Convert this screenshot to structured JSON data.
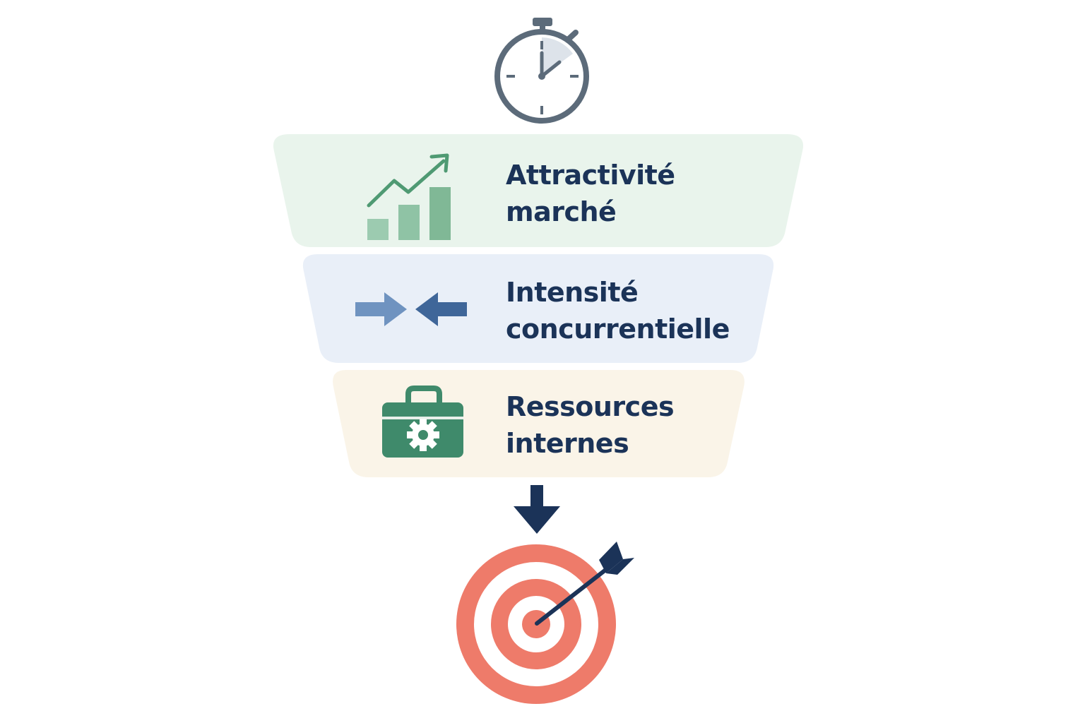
{
  "layers": [
    {
      "id": "market",
      "icon": "growth-chart-icon",
      "fill": "#e9f4ec",
      "line1": "Attractivité",
      "line2": "marché"
    },
    {
      "id": "competition",
      "icon": "converging-arrows-icon",
      "fill": "#e9eff8",
      "line1": "Intensité",
      "line2": "concurrentielle"
    },
    {
      "id": "resources",
      "icon": "toolbox-gear-icon",
      "fill": "#faf4e8",
      "line1": "Ressources",
      "line2": "internes"
    }
  ],
  "icons": {
    "top": "stopwatch-icon",
    "connector": "down-arrow-icon",
    "bottom": "target-with-arrow-icon"
  },
  "colors": {
    "text": "#1b3358",
    "green": "#4f9a73",
    "blue": "#4f75a6",
    "toolbox": "#3f8a6b",
    "target": "#ee7b6a",
    "navy": "#1b3358",
    "clock": "#5c6b7a"
  }
}
